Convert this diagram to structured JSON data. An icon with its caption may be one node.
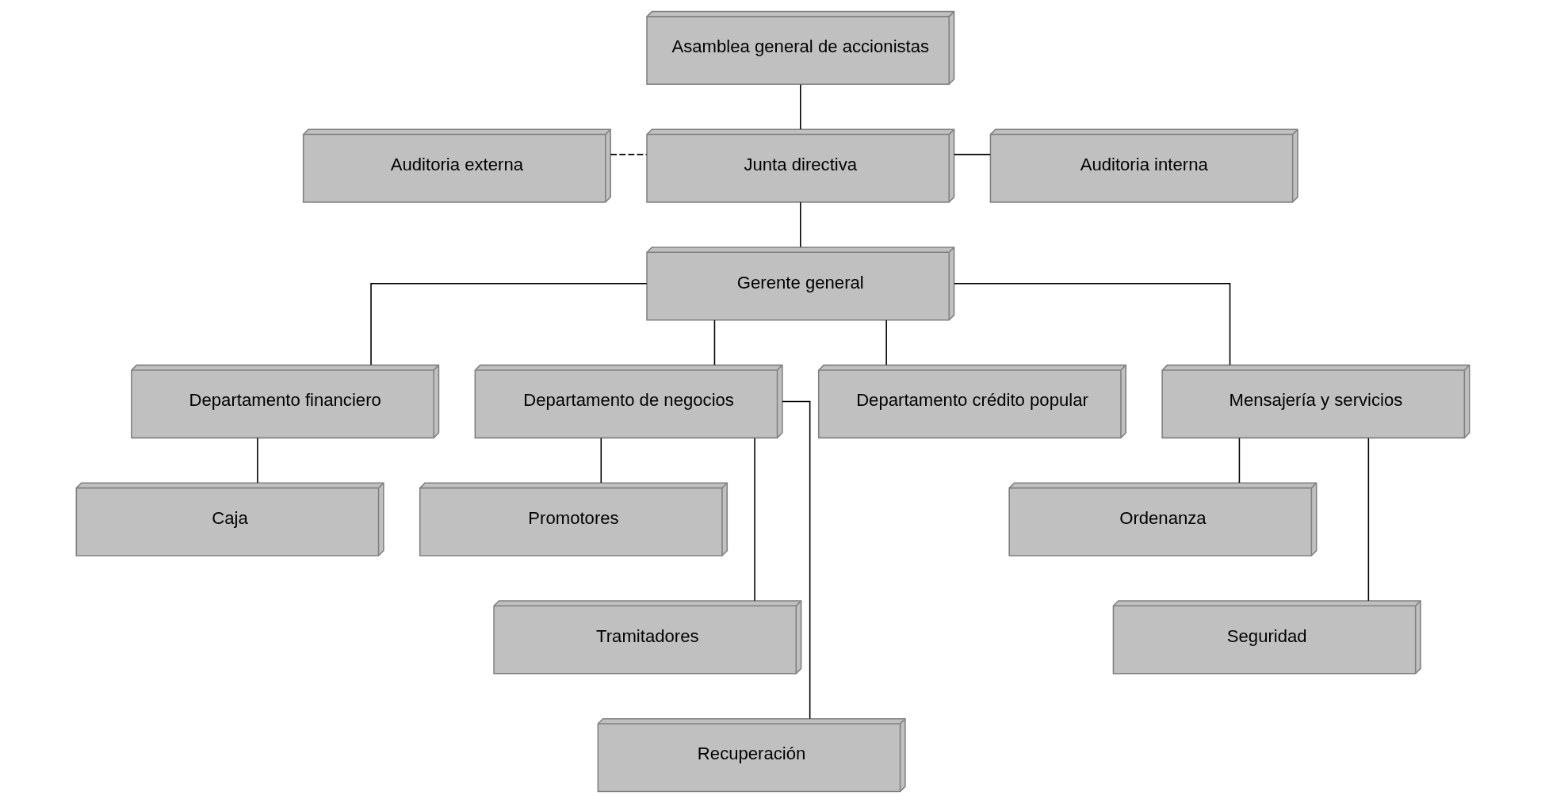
{
  "diagram": {
    "nodes": [
      {
        "text": [
          "Asamblea general de accionistas"
        ]
      },
      {
        "text": [
          "Auditoria externa"
        ]
      },
      {
        "text": [
          "Junta directiva"
        ]
      },
      {
        "text": [
          "Auditoria interna"
        ]
      },
      {
        "text": [
          "Gerente general"
        ]
      },
      {
        "text": [
          "Departamento financiero"
        ]
      },
      {
        "text": [
          "Departamento de negocios"
        ]
      },
      {
        "text": [
          "Departamento crédito popular"
        ]
      },
      {
        "text": [
          "Mensajería y servicios"
        ]
      },
      {
        "text": [
          "Caja"
        ]
      },
      {
        "text": [
          "Promotores"
        ]
      },
      {
        "text": [
          "Tramitadores"
        ]
      },
      {
        "text": [
          "Recuperación"
        ]
      },
      {
        "text": [
          "Ordenanza"
        ]
      },
      {
        "text": [
          "Seguridad"
        ]
      }
    ],
    "edges": [
      {
        "from": 0,
        "to": 2,
        "arrow": "none"
      },
      {
        "from": 1,
        "to": 2,
        "arrow": "none",
        "style": "dashed"
      },
      {
        "from": 2,
        "to": 3,
        "arrow": "none"
      },
      {
        "from": 2,
        "to": 4,
        "arrow": "none"
      },
      {
        "from": 4,
        "to": 5,
        "arrow": "none"
      },
      {
        "from": 4,
        "to": 6,
        "arrow": "none"
      },
      {
        "from": 4,
        "to": 7,
        "arrow": "none"
      },
      {
        "from": 4,
        "to": 8,
        "arrow": "none"
      },
      {
        "from": 5,
        "to": 9,
        "arrow": "none"
      },
      {
        "from": 6,
        "to": 10,
        "arrow": "none"
      },
      {
        "from": 6,
        "to": 11,
        "arrow": "none"
      },
      {
        "from": 6,
        "to": 12,
        "arrow": "none"
      },
      {
        "from": 8,
        "to": 13,
        "arrow": "none"
      },
      {
        "from": 8,
        "to": 14,
        "arrow": "none"
      }
    ]
  }
}
